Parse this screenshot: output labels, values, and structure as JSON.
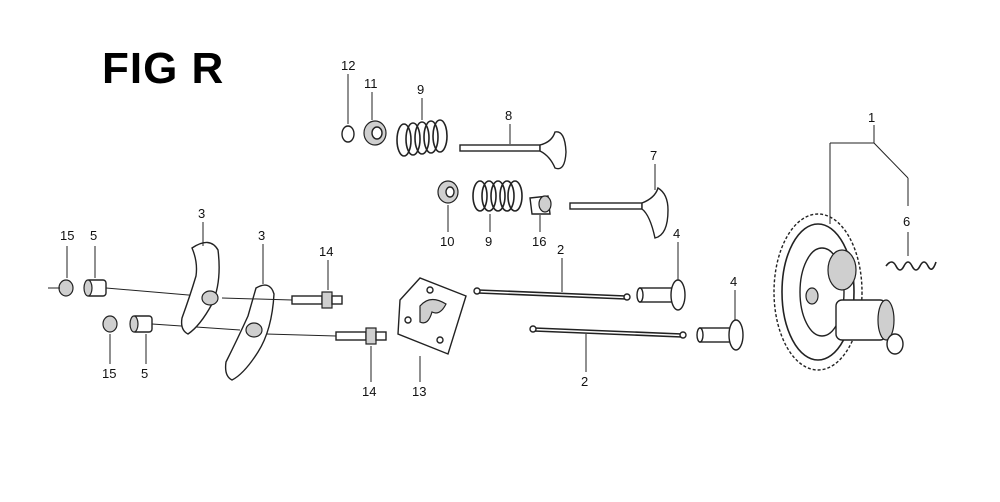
{
  "figure": {
    "title": "FIG R"
  },
  "callouts": {
    "c1": "1",
    "c2a": "2",
    "c2b": "2",
    "c3a": "3",
    "c3b": "3",
    "c4a": "4",
    "c4b": "4",
    "c5a": "5",
    "c5b": "5",
    "c6": "6",
    "c7": "7",
    "c8": "8",
    "c9a": "9",
    "c9b": "9",
    "c10": "10",
    "c11": "11",
    "c12": "12",
    "c13": "13",
    "c14a": "14",
    "c14b": "14",
    "c15a": "15",
    "c15b": "15",
    "c16": "16"
  }
}
